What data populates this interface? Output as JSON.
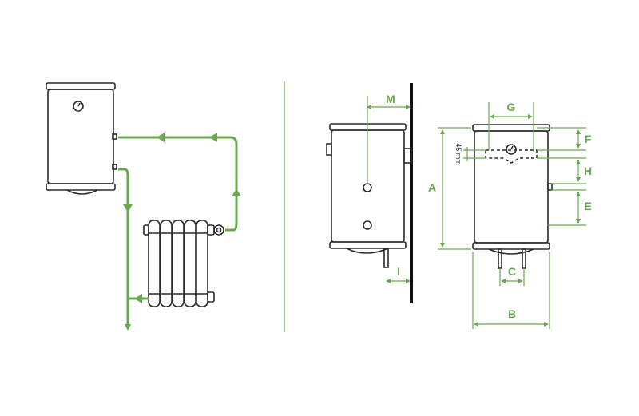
{
  "colors": {
    "outline": "#2b2b2b",
    "accent": "#6aa84f",
    "wall": "#111111",
    "background": "#ffffff"
  },
  "left_diagram": {
    "parts": [
      "boiler-tank",
      "thermometer-icon",
      "radiator",
      "flow-arrows"
    ]
  },
  "dimensions": {
    "M": "M",
    "I": "I",
    "G": "G",
    "A": "A",
    "F": "F",
    "H": "H",
    "E": "E",
    "C": "C",
    "B": "B",
    "offset_note": "45 mm"
  }
}
